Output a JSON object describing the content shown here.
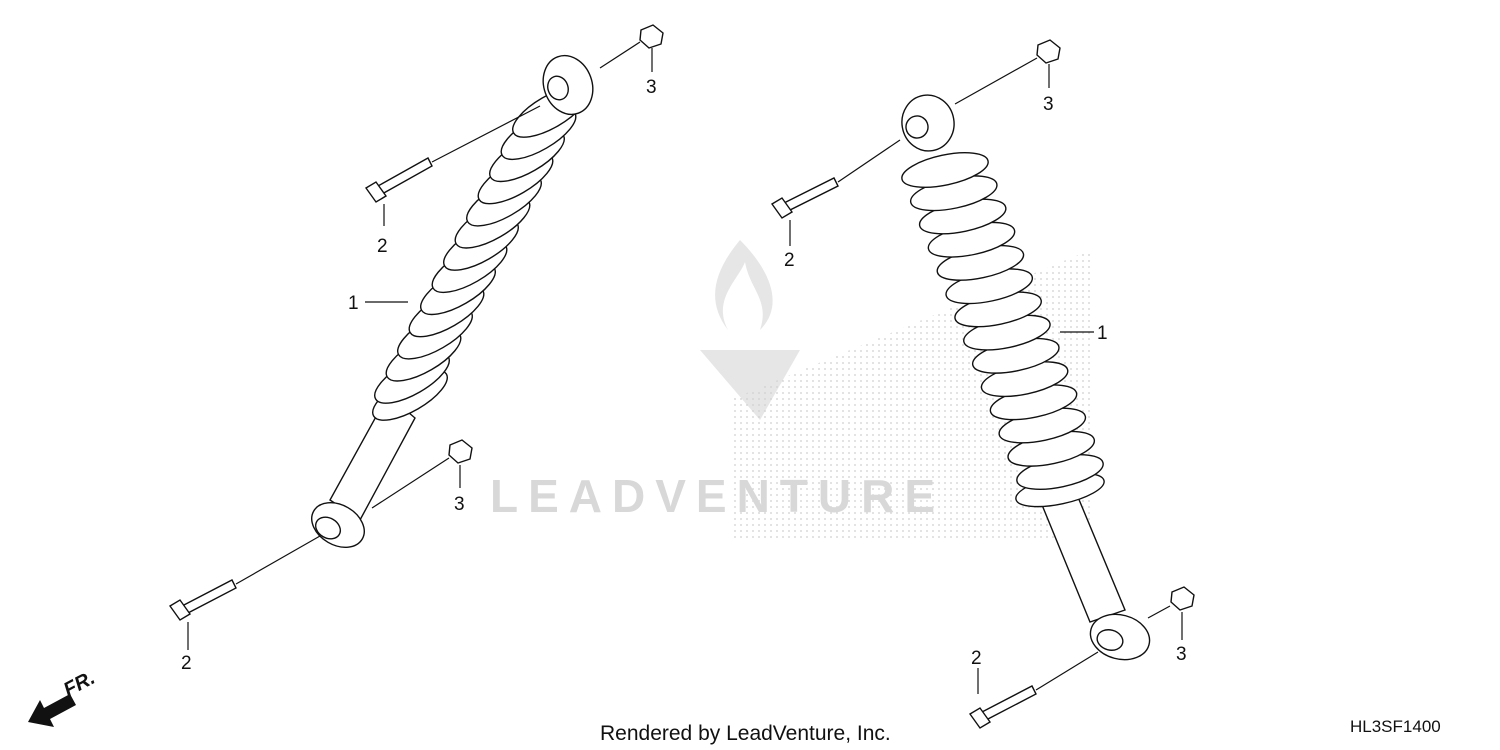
{
  "diagram": {
    "callouts": {
      "shock_left": "1",
      "shock_right": "1",
      "bolt_left_top": "2",
      "bolt_left_bottom": "2",
      "bolt_right_top": "2",
      "bolt_right_bottom": "2",
      "nut_left_top": "3",
      "nut_left_bottom": "3",
      "nut_right_top": "3",
      "nut_right_bottom": "3"
    },
    "direction_label": "FR.",
    "footer": "Rendered by LeadVenture, Inc.",
    "diagram_code": "HL3SF1400",
    "watermark": "LEADVENTURE"
  }
}
